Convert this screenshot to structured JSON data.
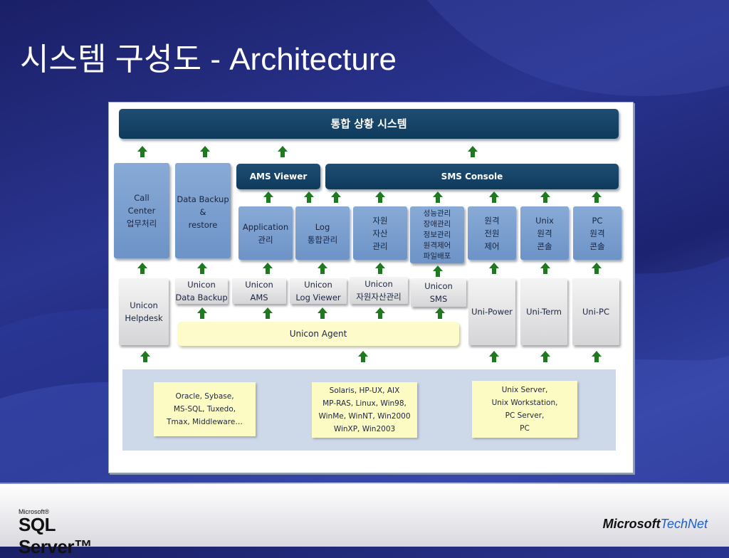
{
  "slide": {
    "title": "시스템 구성도 - Architecture"
  },
  "diagram": {
    "top_bar": "통합 상황 시스템",
    "ams_viewer": "AMS Viewer",
    "sms_console": "SMS Console",
    "blue_boxes": [
      "Call\nCenter\n업무처리",
      "Data Backup\n&\nrestore",
      "Application\n관리",
      "Log\n통합관리",
      "자원\n자산\n관리",
      "성능관리\n장애관리\n정보관리\n원격제어\n파일배포",
      "원격\n전원\n제어",
      "Unix\n원격\n콘솔",
      "PC\n원격\n콘솔"
    ],
    "gray_boxes": [
      "Unicon\nHelpdesk",
      "Unicon\nData Backup",
      "Unicon\nAMS",
      "Unicon\nLog Viewer",
      "Unicon\n자원자산관리",
      "Unicon\nSMS",
      "Uni-Power",
      "Uni-Term",
      "Uni-PC"
    ],
    "agent": "Unicon   Agent",
    "platforms": [
      "Oracle, Sybase,\nMS-SQL, Tuxedo,\nTmax, Middleware…",
      "Solaris, HP-UX, AIX\nMP-RAS, Linux, Win98,\nWinMe, WinNT, Win2000\nWinXP, Win2003",
      "Unix Server,\nUnix Workstation,\nPC Server,\nPC"
    ]
  },
  "footer": {
    "sql_small": "Microsoft®",
    "sql_big": "SQL Server™",
    "ms": "Microsoft",
    "technet": "TechNet"
  },
  "colors": {
    "navy": "#0e3a5c",
    "blue_box": "#6d93c7",
    "arrow": "#1f7a1f",
    "agent": "#fdfbc9"
  }
}
